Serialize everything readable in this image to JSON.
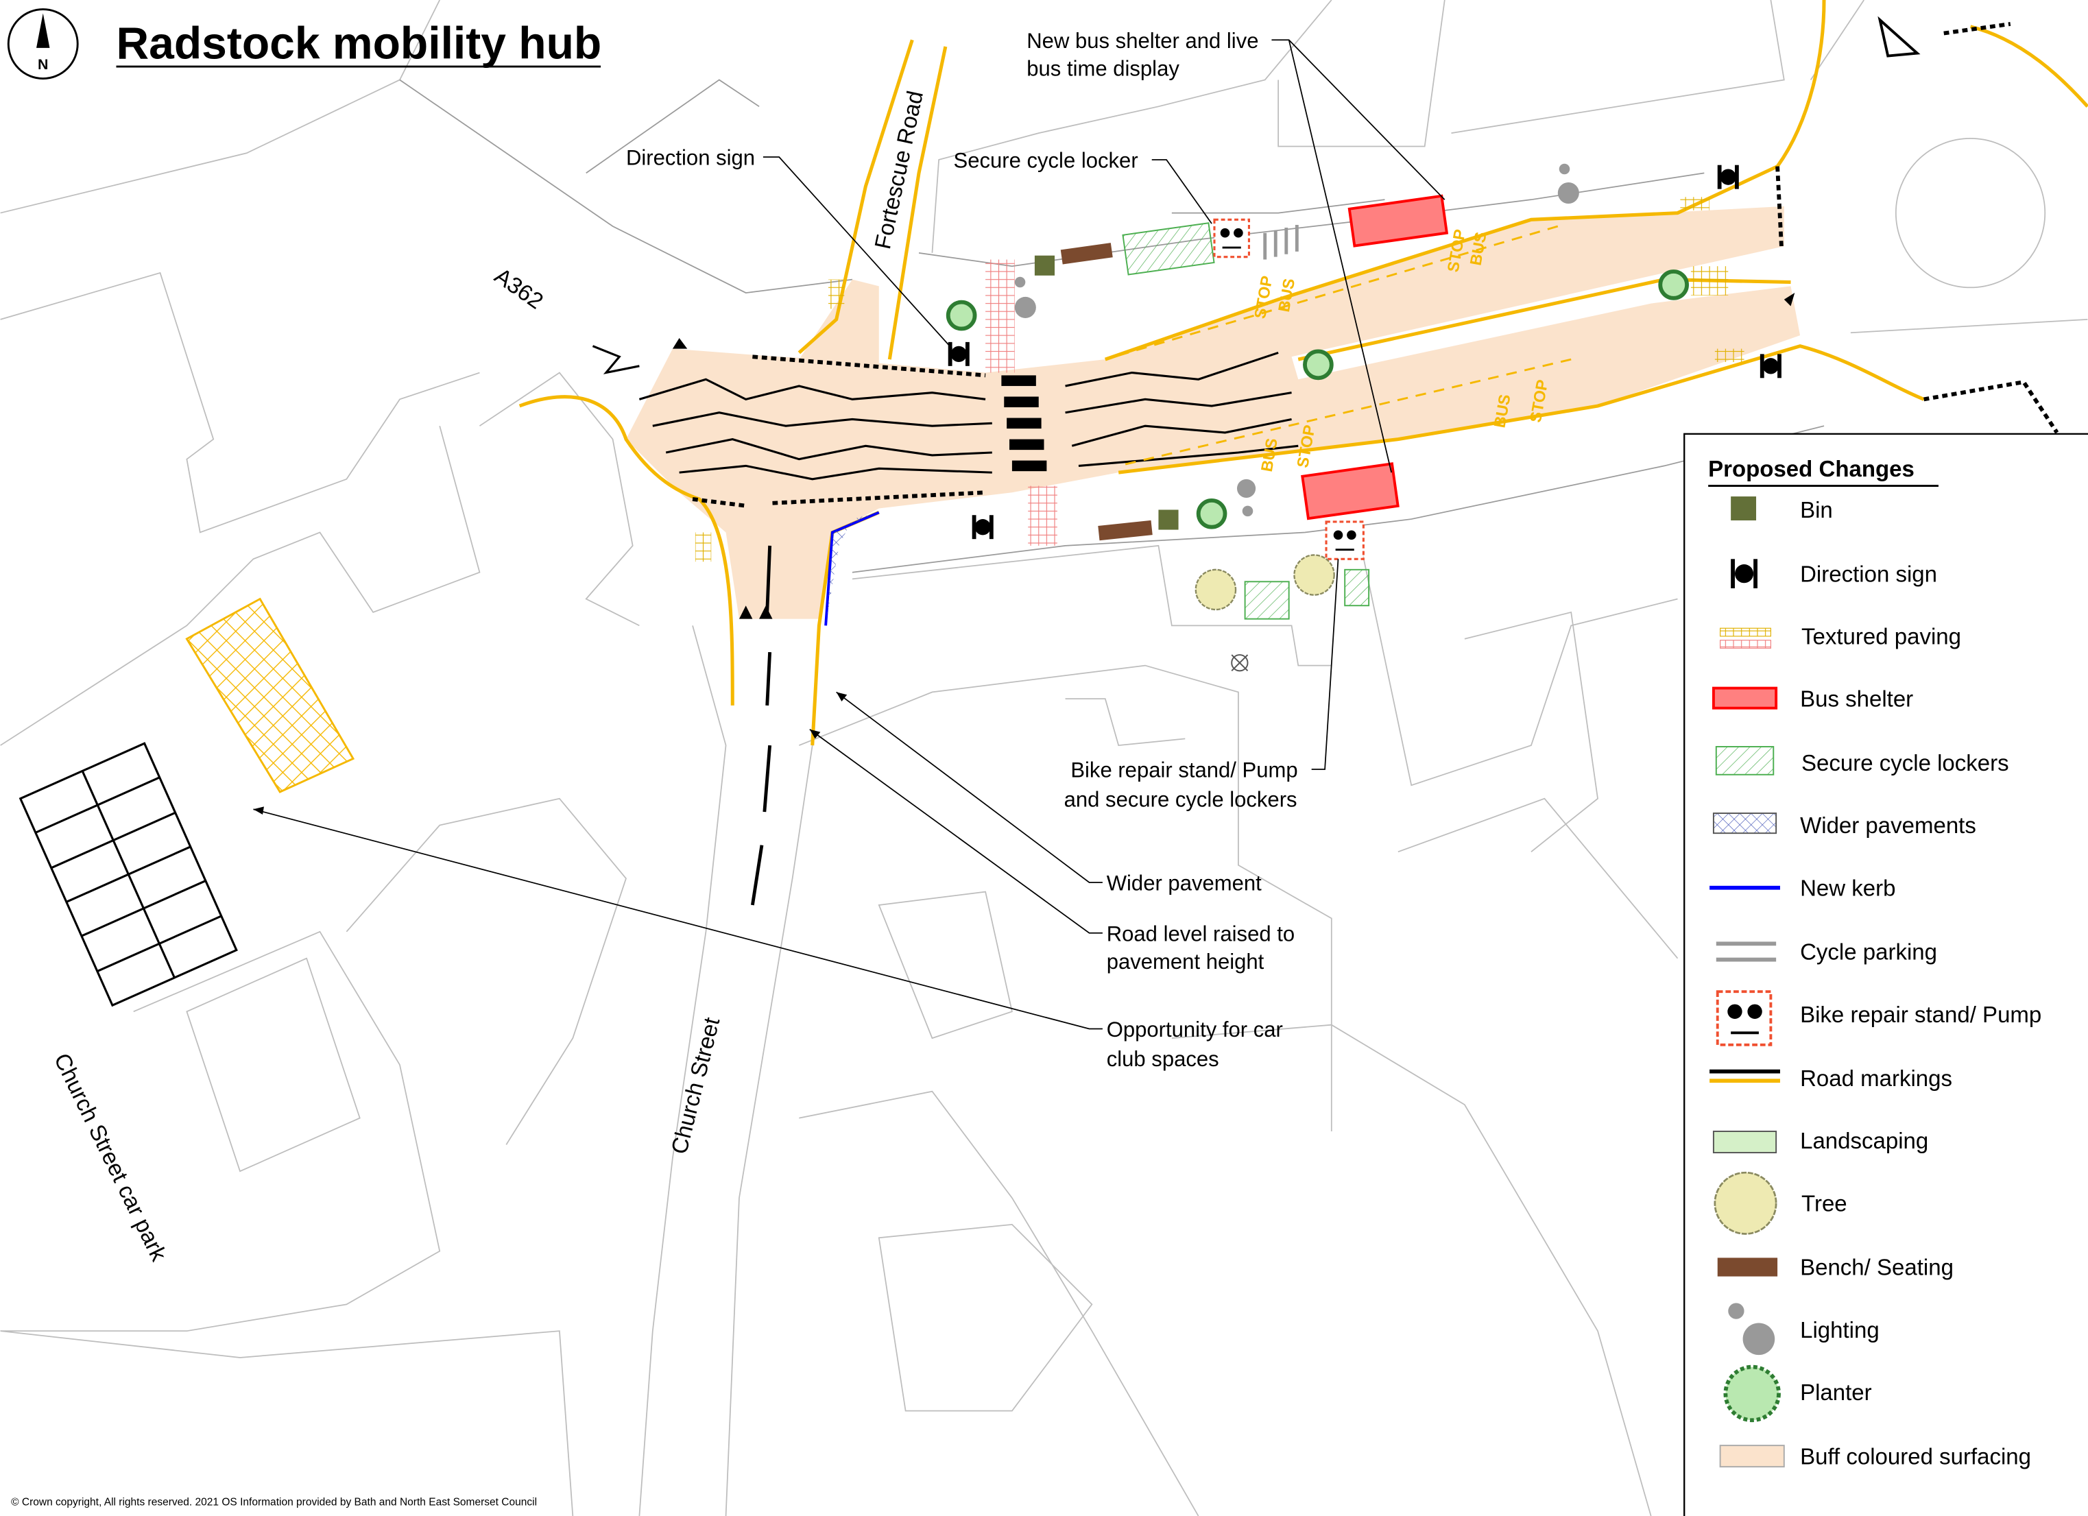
{
  "title": "Radstock mobility hub",
  "north_arrow": "N",
  "roads": {
    "fortescue": "Fortescue Road",
    "a362": "A362",
    "church_street": "Church Street",
    "car_park": "Church Street car park"
  },
  "bus_stop_marking": [
    "BUS",
    "STOP"
  ],
  "callouts": {
    "bus_shelter": [
      "New bus shelter and live",
      "bus time display"
    ],
    "direction_sign": "Direction sign",
    "cycle_locker": "Secure cycle locker",
    "bike_repair": [
      "Bike repair stand/ Pump",
      "and secure cycle lockers"
    ],
    "wider_pavement": "Wider pavement",
    "road_level": [
      "Road level raised to",
      "pavement height"
    ],
    "car_club": [
      "Opportunity for car",
      "club spaces"
    ]
  },
  "legend": {
    "title": "Proposed Changes",
    "items": [
      {
        "label": "Bin",
        "icon": "bin-icon"
      },
      {
        "label": "Direction sign",
        "icon": "direction-sign-icon"
      },
      {
        "label": "Textured paving",
        "icon": "textured-paving-icon"
      },
      {
        "label": "Bus shelter",
        "icon": "bus-shelter-icon"
      },
      {
        "label": "Secure cycle lockers",
        "icon": "cycle-locker-icon"
      },
      {
        "label": "Wider pavements",
        "icon": "wider-pavement-icon"
      },
      {
        "label": "New kerb",
        "icon": "new-kerb-icon"
      },
      {
        "label": "Cycle parking",
        "icon": "cycle-parking-icon"
      },
      {
        "label": "Bike repair stand/ Pump",
        "icon": "bike-repair-icon"
      },
      {
        "label": "Road markings",
        "icon": "road-markings-icon"
      },
      {
        "label": "Landscaping",
        "icon": "landscaping-icon"
      },
      {
        "label": "Tree",
        "icon": "tree-icon"
      },
      {
        "label": "Bench/ Seating",
        "icon": "bench-icon"
      },
      {
        "label": "Lighting",
        "icon": "lighting-icon"
      },
      {
        "label": "Planter",
        "icon": "planter-icon"
      },
      {
        "label": "Buff coloured surfacing",
        "icon": "buff-surfacing-icon"
      }
    ]
  },
  "colors": {
    "buff": "#fbe3cc",
    "kerb_yellow": "#f5b800",
    "bin": "#637038",
    "bus_shelter": "#ff8080",
    "bench": "#7b4a2e",
    "new_kerb": "#0000ff"
  },
  "copyright": "© Crown copyright, All rights reserved. 2021 OS Information provided by Bath and North East Somerset Council"
}
